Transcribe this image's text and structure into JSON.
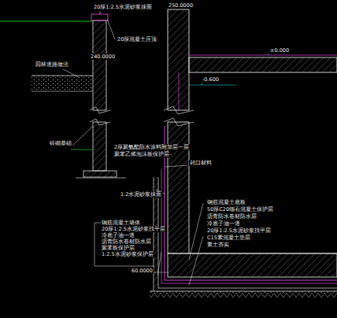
{
  "diagram": {
    "labels": [
      "250.0000",
      "20厚1:2.5水泥砂浆抹面",
      "20厚混凝土压顶",
      "±0.000",
      "240.0000",
      "园林道路做法",
      "-0.600",
      "砖砌基础",
      "2厚聚氨酯防水涂料附加层一层",
      "聚苯乙烯泡沫板保护层",
      "封口材料",
      "1:2水泥砂浆抹面",
      "钢筋混凝土底板",
      "50厚C20细石混凝土保护层",
      "沥青防水卷材防水层",
      "冷底子油一道",
      "20厚1:2.5水泥砂浆找平层",
      "C15素混凝土垫层",
      "素土夯实",
      "钢筋混凝土墙体",
      "20厚1:2.5水泥砂浆找平层",
      "冷底子油一道",
      "沥青防水卷材防水层",
      "聚苯板保护层",
      "1:2.5水泥砂浆保护层",
      "60.0000"
    ]
  }
}
